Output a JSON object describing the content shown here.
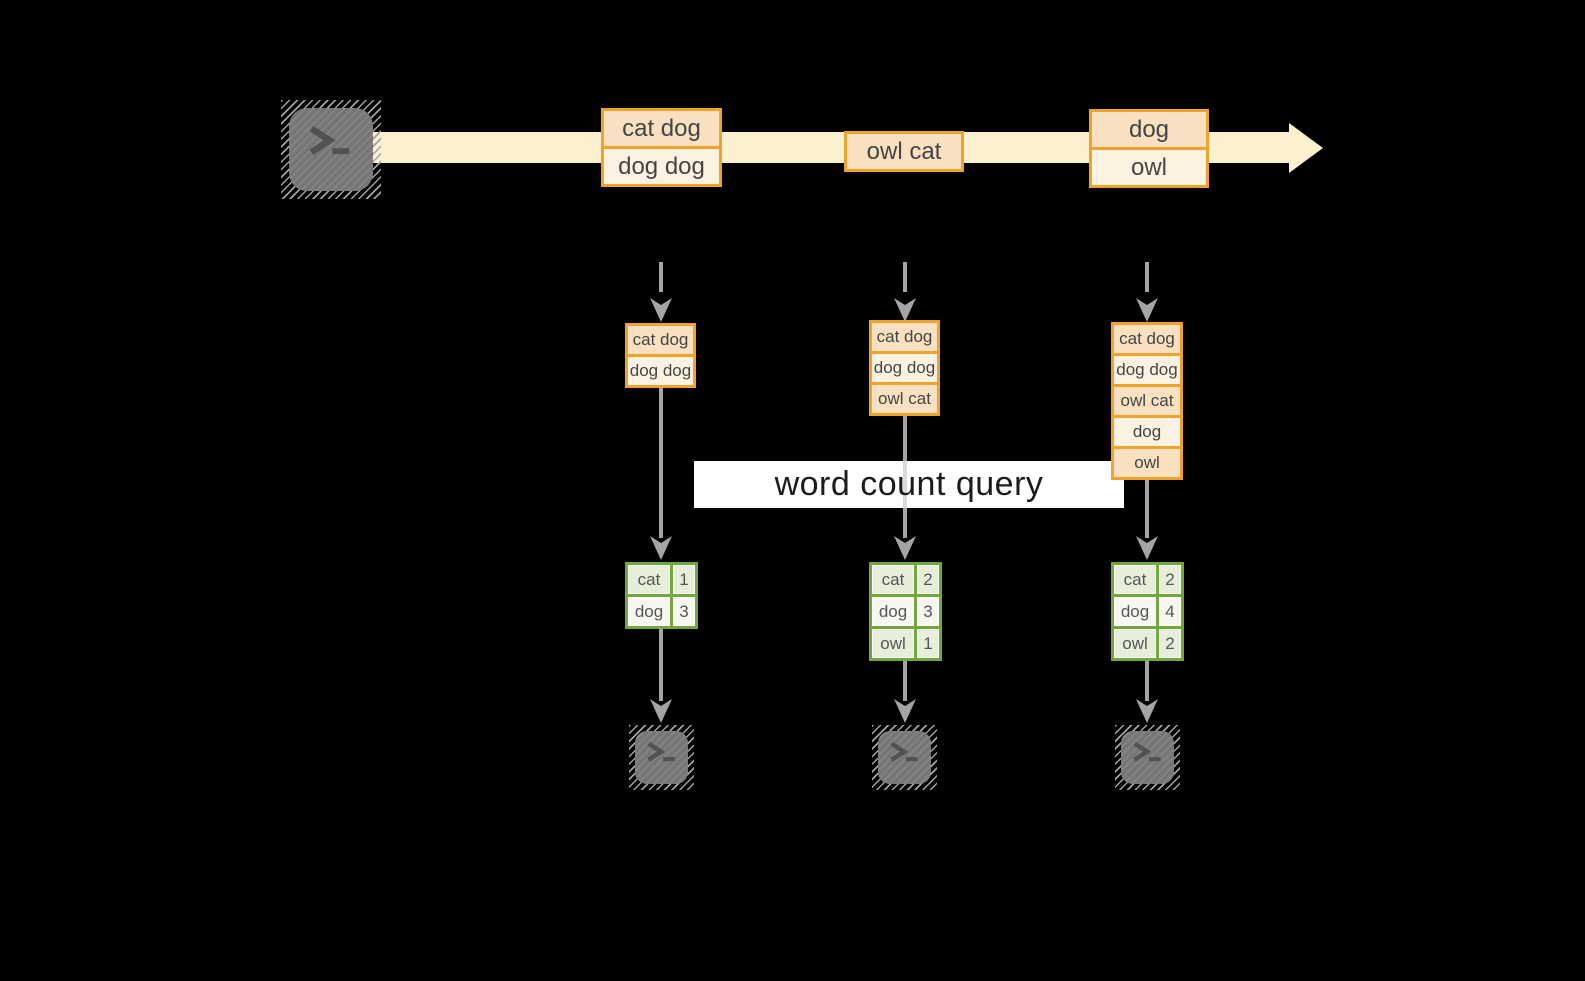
{
  "query_label": "word count query",
  "timeline": {
    "batch1": [
      "cat dog",
      "dog dog"
    ],
    "batch2": [
      "owl cat"
    ],
    "batch3": [
      "dog",
      "owl"
    ]
  },
  "columns": [
    {
      "buffer": [
        "cat dog",
        "dog dog"
      ],
      "counts": [
        {
          "word": "cat",
          "count": "1"
        },
        {
          "word": "dog",
          "count": "3"
        }
      ]
    },
    {
      "buffer": [
        "cat dog",
        "dog dog",
        "owl cat"
      ],
      "counts": [
        {
          "word": "cat",
          "count": "2"
        },
        {
          "word": "dog",
          "count": "3"
        },
        {
          "word": "owl",
          "count": "1"
        }
      ]
    },
    {
      "buffer": [
        "cat dog",
        "dog dog",
        "owl cat",
        "dog",
        "owl"
      ],
      "counts": [
        {
          "word": "cat",
          "count": "2"
        },
        {
          "word": "dog",
          "count": "4"
        },
        {
          "word": "owl",
          "count": "2"
        }
      ]
    }
  ],
  "icons": {
    "producer": "terminal-icon",
    "consumers": [
      "terminal-icon",
      "terminal-icon",
      "terminal-icon"
    ]
  },
  "colors": {
    "band": "#fcf1cf",
    "record_border": "#f0a32c",
    "record_fill_dark": "#f8e0c0",
    "record_fill_light": "#fdf2e2",
    "table_border": "#74a63e",
    "table_fill_dark": "#e6eeda",
    "table_fill_light": "#f4f8f0",
    "arrow_gray": "#a4a4a4",
    "terminal_gray": "#7b7b7b",
    "query_bg": "#ffffff"
  }
}
